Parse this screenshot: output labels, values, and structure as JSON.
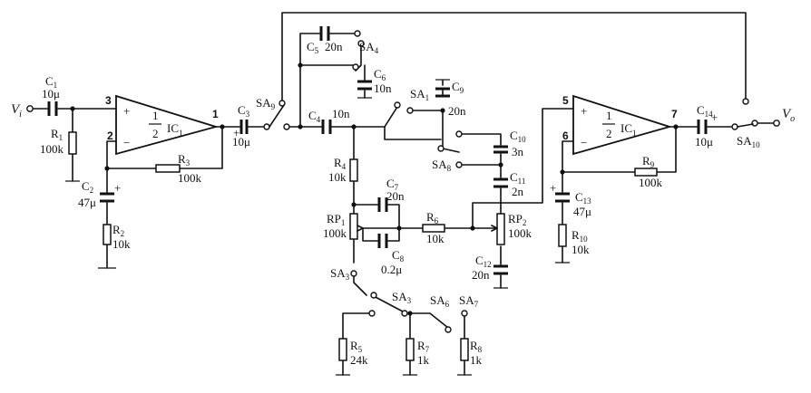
{
  "terminals": {
    "input": "V",
    "input_sub": "i",
    "output": "V",
    "output_sub": "o"
  },
  "ic_left": {
    "num": "1",
    "den": "2",
    "name": "IC",
    "sub": "1",
    "plus": "+",
    "minus": "−",
    "pin_in_plus": "3",
    "pin_in_minus": "2",
    "pin_out": "1"
  },
  "ic_right": {
    "num": "1",
    "den": "2",
    "name": "IC",
    "sub": "1",
    "plus": "+",
    "minus": "−",
    "pin_in_plus": "5",
    "pin_in_minus": "6",
    "pin_out": "7"
  },
  "components": {
    "C1": {
      "name": "C",
      "sub": "1",
      "value": "10μ"
    },
    "R1": {
      "name": "R",
      "sub": "1",
      "value": "100k"
    },
    "C2": {
      "name": "C",
      "sub": "2",
      "value": "47μ"
    },
    "R2": {
      "name": "R",
      "sub": "2",
      "value": "10k"
    },
    "R3": {
      "name": "R",
      "sub": "3",
      "value": "100k"
    },
    "C3": {
      "name": "C",
      "sub": "3",
      "value": "10μ"
    },
    "C4": {
      "name": "C",
      "sub": "4",
      "value": "10n"
    },
    "C5": {
      "name": "C",
      "sub": "5",
      "value": "20n"
    },
    "C6": {
      "name": "C",
      "sub": "6",
      "value": "10n"
    },
    "C7": {
      "name": "C",
      "sub": "7",
      "value": "20n"
    },
    "C8": {
      "name": "C",
      "sub": "8",
      "value": "0.2μ"
    },
    "C9": {
      "name": "C",
      "sub": "9",
      "value": "20n"
    },
    "C10": {
      "name": "C",
      "sub": "10",
      "value": "3n"
    },
    "C11": {
      "name": "C",
      "sub": "11",
      "value": "2n"
    },
    "C12": {
      "name": "C",
      "sub": "12",
      "value": "20n"
    },
    "C13": {
      "name": "C",
      "sub": "13",
      "value": "47μ"
    },
    "C14": {
      "name": "C",
      "sub": "14",
      "value": "10μ"
    },
    "R4": {
      "name": "R",
      "sub": "4",
      "value": "10k"
    },
    "R5": {
      "name": "R",
      "sub": "5",
      "value": "24k"
    },
    "R6": {
      "name": "R",
      "sub": "6",
      "value": "10k"
    },
    "R7": {
      "name": "R",
      "sub": "7",
      "value": "1k"
    },
    "R8": {
      "name": "R",
      "sub": "8",
      "value": "1k"
    },
    "R9": {
      "name": "R",
      "sub": "9",
      "value": "100k"
    },
    "R10": {
      "name": "R",
      "sub": "10",
      "value": "10k"
    },
    "RP1": {
      "name": "RP",
      "sub": "1",
      "value": "100k"
    },
    "RP2": {
      "name": "RP",
      "sub": "2",
      "value": "100k"
    }
  },
  "switches": {
    "SA1": {
      "name": "SA",
      "sub": "1"
    },
    "SA3": {
      "name": "SA",
      "sub": "3"
    },
    "SA3b": {
      "name": "SA",
      "sub": "3"
    },
    "SA4": {
      "name": "SA",
      "sub": "4"
    },
    "SA6": {
      "name": "SA",
      "sub": "6"
    },
    "SA7": {
      "name": "SA",
      "sub": "7"
    },
    "SA8": {
      "name": "SA",
      "sub": "8"
    },
    "SA9": {
      "name": "SA",
      "sub": "9"
    },
    "SA10": {
      "name": "SA",
      "sub": "10"
    }
  }
}
